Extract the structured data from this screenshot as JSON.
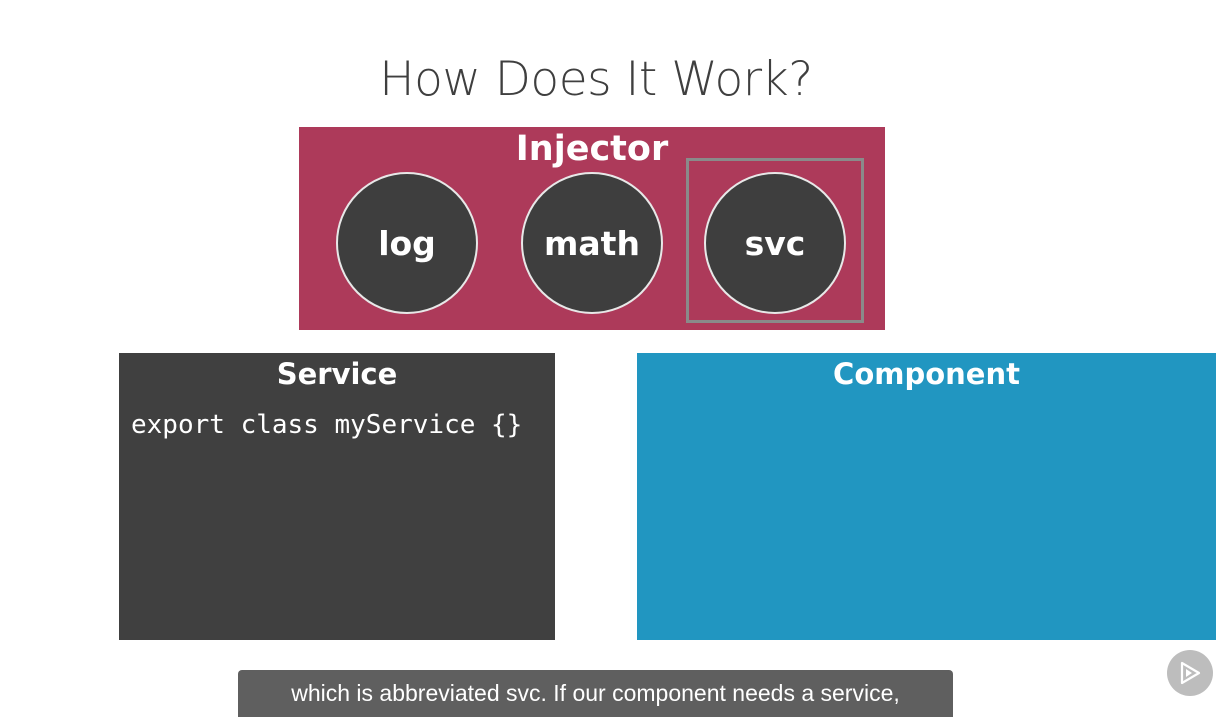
{
  "slide": {
    "title": "How Does It Work?"
  },
  "injector": {
    "title": "Injector",
    "dependencies": [
      "log",
      "math",
      "svc"
    ]
  },
  "service": {
    "title": "Service",
    "code": "export class myService {}"
  },
  "component": {
    "title": "Component"
  },
  "caption": {
    "text": "which is abbreviated svc. If our component needs a service,"
  },
  "player": {
    "icon": "play-logo-icon"
  },
  "colors": {
    "injector": "#ad3a5a",
    "circle": "#3e3e3e",
    "service": "#404040",
    "component": "#2196c1",
    "caption_bg": "#5f5f5f",
    "player_button": "#bdbdbd"
  }
}
